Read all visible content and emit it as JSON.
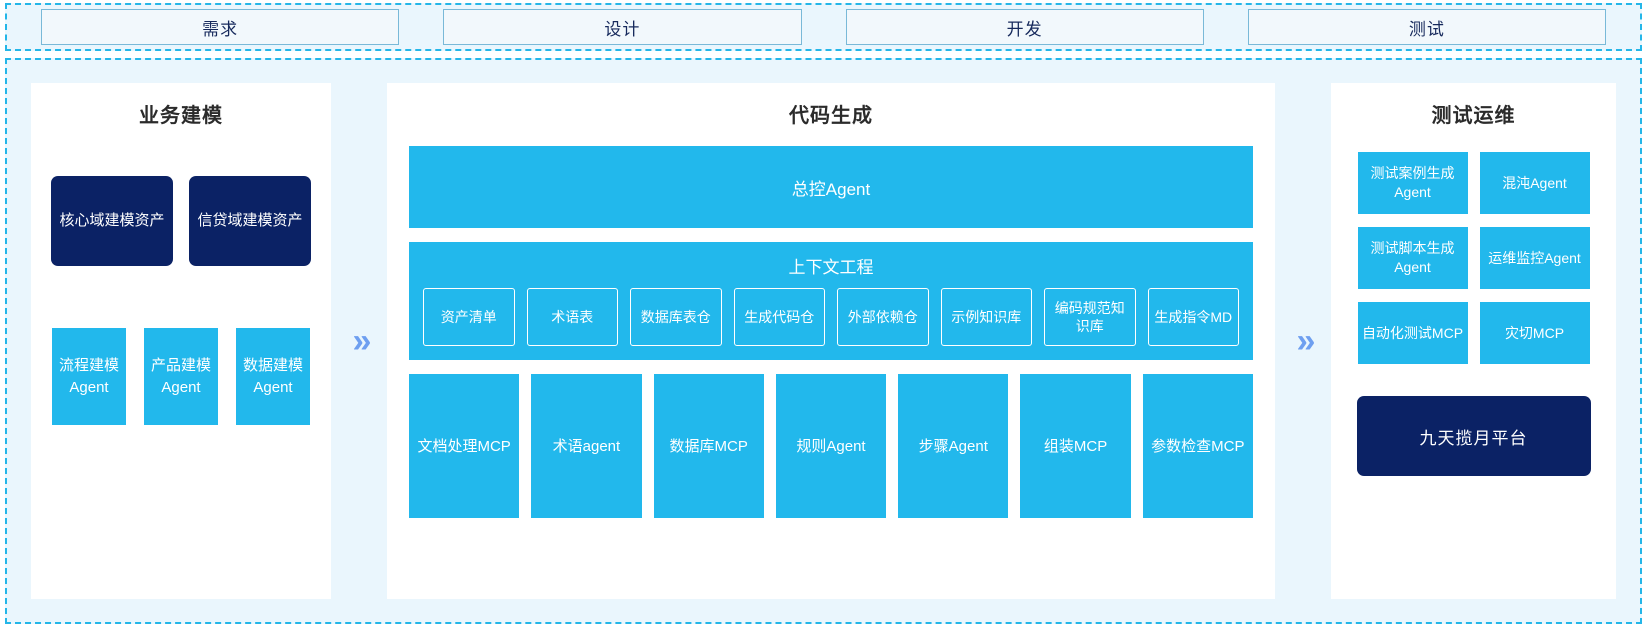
{
  "phases": [
    {
      "label": "需求"
    },
    {
      "label": "设计"
    },
    {
      "label": "开发"
    },
    {
      "label": "测试"
    }
  ],
  "separators": {
    "chevron": "»"
  },
  "colors": {
    "accent_blue": "#22b8ec",
    "navy": "#0b2265",
    "container_bg": "#eaf6fd",
    "dashed_border": "#24b6e8",
    "chevron": "#6e9ff0",
    "phase_bg": "#f2f8fc",
    "phase_border": "#79b9d8",
    "panel_bg": "#ffffff",
    "title_text": "#2b2b2b"
  },
  "left_panel": {
    "title": "业务建模",
    "assets": [
      {
        "label": "核心域建模资产"
      },
      {
        "label": "信贷域建模资产"
      }
    ],
    "agents": [
      {
        "label": "流程建模Agent"
      },
      {
        "label": "产品建模Agent"
      },
      {
        "label": "数据建模Agent"
      }
    ]
  },
  "center_panel": {
    "title": "代码生成",
    "master_agent": "总控Agent",
    "context_engineering": {
      "title": "上下文工程",
      "items": [
        {
          "label": "资产清单"
        },
        {
          "label": "术语表"
        },
        {
          "label": "数据库表仓"
        },
        {
          "label": "生成代码仓"
        },
        {
          "label": "外部依赖仓"
        },
        {
          "label": "示例知识库"
        },
        {
          "label": "编码规范知识库"
        },
        {
          "label": "生成指令MD"
        }
      ]
    },
    "tools": [
      {
        "label": "文档处理MCP"
      },
      {
        "label": "术语agent"
      },
      {
        "label": "数据库MCP"
      },
      {
        "label": "规则Agent"
      },
      {
        "label": "步骤Agent"
      },
      {
        "label": "组装MCP"
      },
      {
        "label": "参数检查MCP"
      }
    ]
  },
  "right_panel": {
    "title": "测试运维",
    "items": [
      {
        "label": "测试案例生成Agent"
      },
      {
        "label": "混沌Agent"
      },
      {
        "label": "测试脚本生成Agent"
      },
      {
        "label": "运维监控Agent"
      },
      {
        "label": "自动化测试MCP"
      },
      {
        "label": "灾切MCP"
      }
    ],
    "platform": "九天揽月平台"
  }
}
